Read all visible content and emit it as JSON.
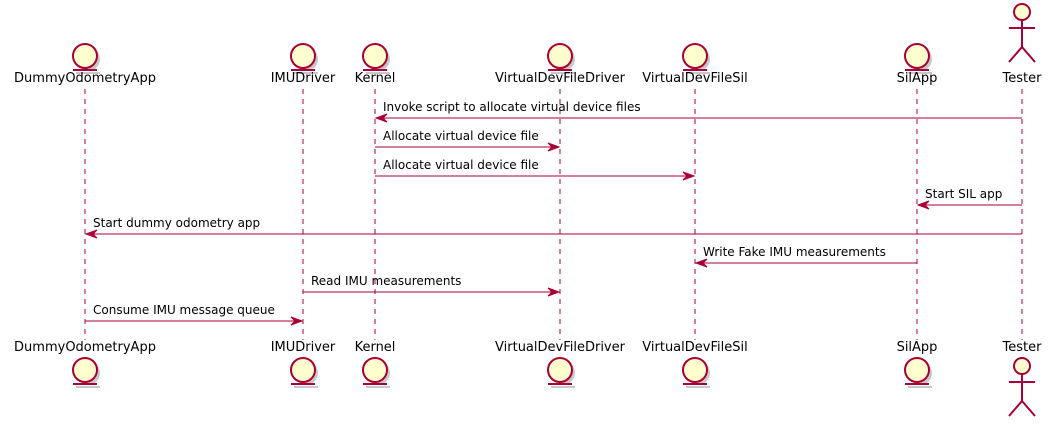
{
  "colors": {
    "arrow": "#A80036",
    "participant_fill": "#FEFECE",
    "participant_stroke": "#A80036",
    "shadow": "#C8C8C8",
    "text": "#000000"
  },
  "participants": [
    {
      "id": "odom",
      "name": "DummyOdometryApp",
      "kind": "entity"
    },
    {
      "id": "imu",
      "name": "IMUDriver",
      "kind": "entity"
    },
    {
      "id": "kernel",
      "name": "Kernel",
      "kind": "entity"
    },
    {
      "id": "vdfd",
      "name": "VirtualDevFileDriver",
      "kind": "entity"
    },
    {
      "id": "vdfs",
      "name": "VirtualDevFileSil",
      "kind": "entity"
    },
    {
      "id": "sil",
      "name": "SilApp",
      "kind": "entity"
    },
    {
      "id": "tester",
      "name": "Tester",
      "kind": "actor"
    }
  ],
  "messages": [
    {
      "from": "tester",
      "to": "kernel",
      "text": "Invoke script to allocate virtual device files"
    },
    {
      "from": "kernel",
      "to": "vdfd",
      "text": "Allocate virtual device file"
    },
    {
      "from": "kernel",
      "to": "vdfs",
      "text": "Allocate virtual device file"
    },
    {
      "from": "tester",
      "to": "sil",
      "text": "Start SIL app"
    },
    {
      "from": "tester",
      "to": "odom",
      "text": "Start dummy odometry app"
    },
    {
      "from": "sil",
      "to": "vdfs",
      "text": "Write Fake IMU measurements"
    },
    {
      "from": "imu",
      "to": "vdfd",
      "text": "Read IMU measurements"
    },
    {
      "from": "odom",
      "to": "imu",
      "text": "Consume IMU message queue"
    }
  ]
}
